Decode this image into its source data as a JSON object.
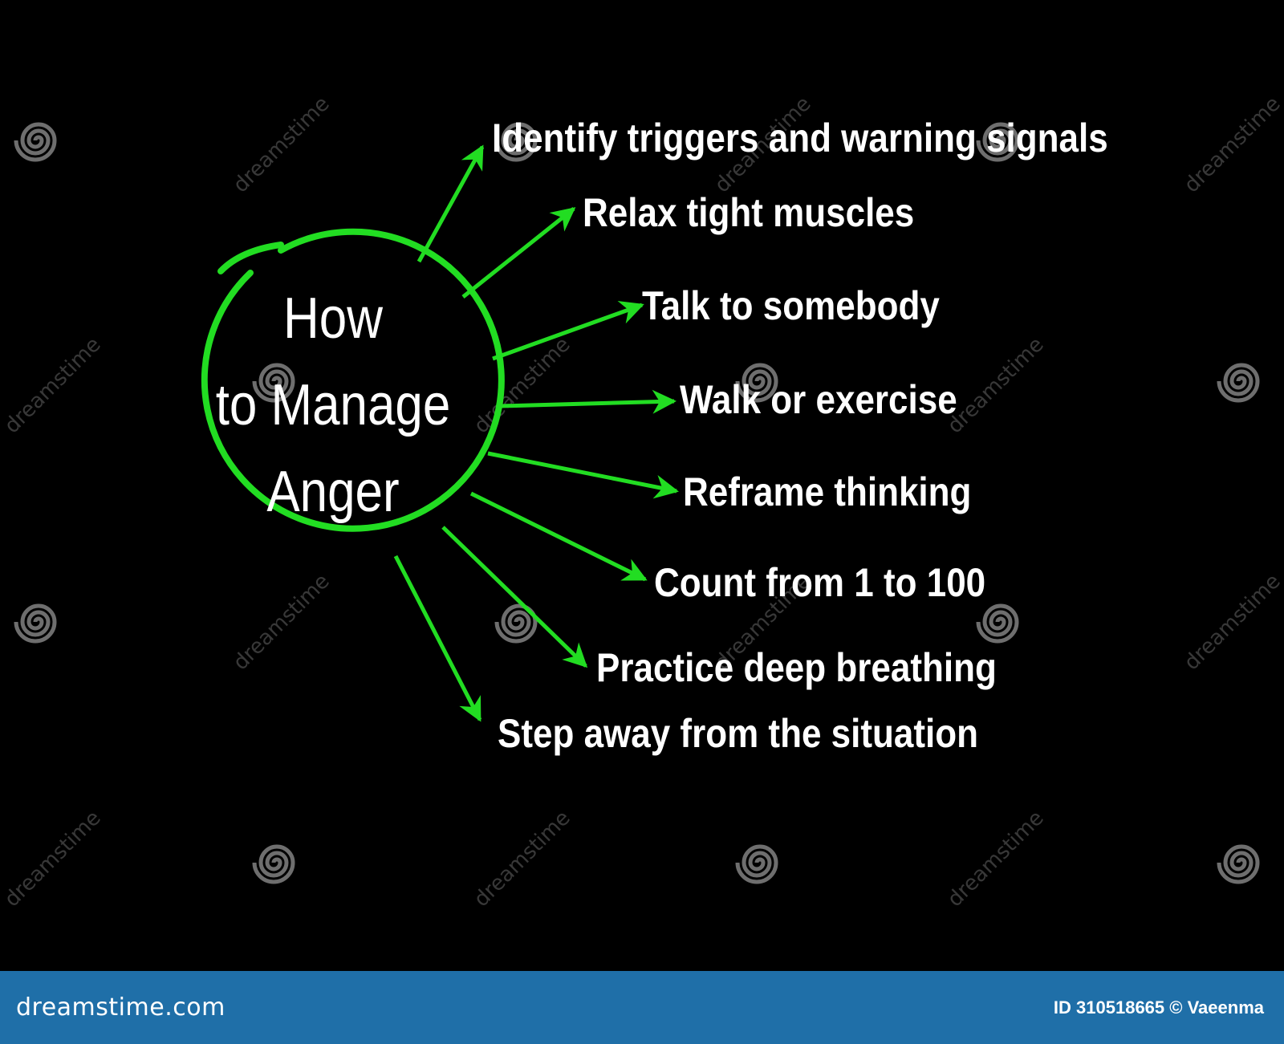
{
  "diagram": {
    "center_title_lines": [
      "How",
      "to Manage",
      "Anger"
    ],
    "items": [
      "Identify triggers and warning signals",
      "Relax tight muscles",
      "Talk to somebody",
      "Walk or exercise",
      "Reframe thinking",
      "Count from 1 to 100",
      "Practice deep breathing",
      "Step away from the situation"
    ],
    "accent_color": "#22dd22",
    "background_color": "#000000"
  },
  "watermark": {
    "text": "dreamstime",
    "icon": "spiral-logo-icon"
  },
  "footer": {
    "brand": "dreamstime.com",
    "credit": "ID 310518665 © Vaeenma",
    "background_color": "#1f6fa8"
  }
}
